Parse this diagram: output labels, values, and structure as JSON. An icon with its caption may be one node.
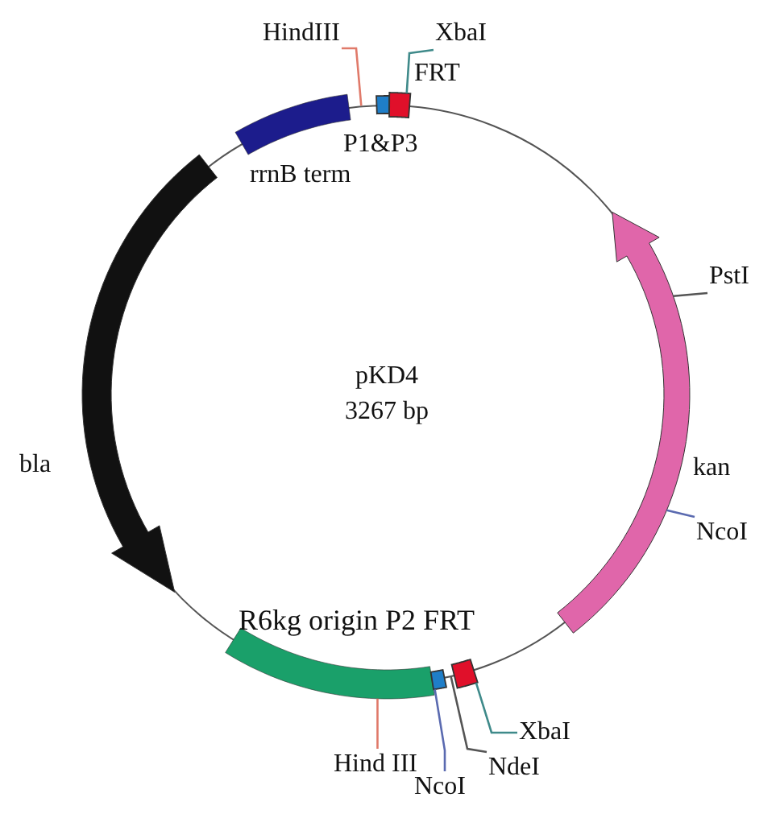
{
  "diagram": {
    "nodes": [
      {
        "text": [
          "pKD4",
          "3267 bp"
        ]
      },
      {
        "text": [],
        "shape": "bar"
      },
      {
        "text": [],
        "shape": "box"
      },
      {
        "text": [],
        "shape": "box"
      },
      {
        "text": [],
        "shape": "arrow"
      },
      {
        "text": [],
        "shape": "arrow"
      },
      {
        "text": [],
        "shape": "bar"
      },
      {
        "text": [],
        "shape": "box"
      },
      {
        "text": [],
        "shape": "box"
      },
      {
        "text": [
          "HindIII"
        ]
      },
      {
        "text": [
          "XbaI"
        ]
      },
      {
        "text": [
          "PstI"
        ]
      },
      {
        "text": [
          "NcoI"
        ]
      },
      {
        "text": [
          "XbaI"
        ]
      },
      {
        "text": [
          "NdeI"
        ]
      },
      {
        "text": [
          "NcoI"
        ]
      },
      {
        "text": [
          "Hind III"
        ]
      }
    ],
    "edges": [
      {
        "from": 9,
        "to": 0,
        "arrow": "none",
        "color": "#e07a6a"
      },
      {
        "from": 10,
        "to": 3,
        "arrow": "none",
        "color": "#3f8a8a"
      },
      {
        "from": 11,
        "to": 5,
        "arrow": "none",
        "color": "#555555"
      },
      {
        "from": 12,
        "to": 5,
        "arrow": "none",
        "color": "#5a6ab0"
      },
      {
        "from": 13,
        "to": 8,
        "arrow": "none",
        "color": "#3f8a8a"
      },
      {
        "from": 14,
        "to": 0,
        "arrow": "none",
        "color": "#555555"
      },
      {
        "from": 15,
        "to": 7,
        "arrow": "none",
        "color": "#5a6ab0"
      },
      {
        "from": 16,
        "to": 6,
        "arrow": "none",
        "color": "#e07a6a"
      }
    ],
    "labels": [
      "FRT",
      "P1&P3",
      "rrnB term",
      "bla",
      "kan",
      "R6kg origin P2 FRT"
    ]
  }
}
